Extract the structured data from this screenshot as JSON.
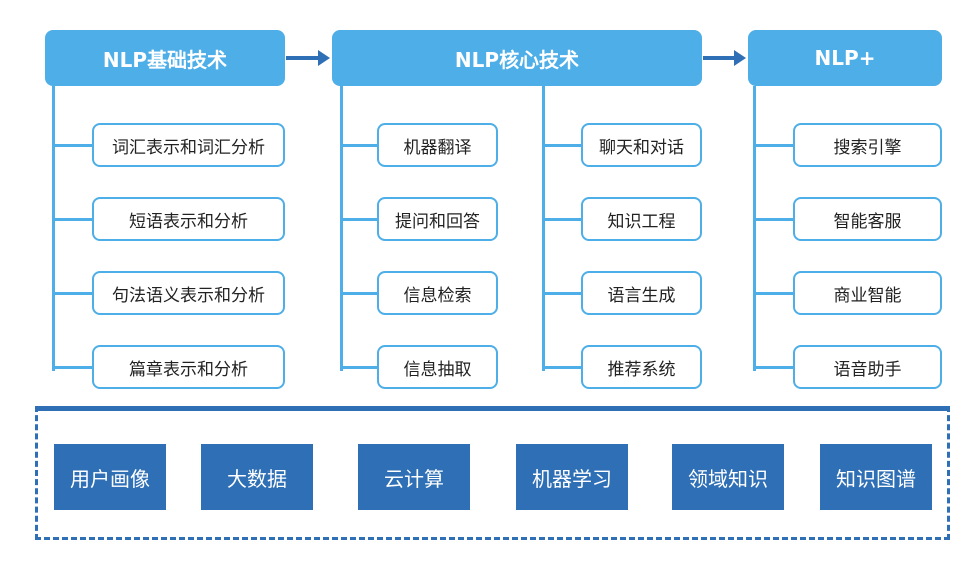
{
  "headers": {
    "basic": "NLP基础技术",
    "core": "NLP核心技术",
    "plus": "NLP+"
  },
  "basic_items": [
    "词汇表示和词汇分析",
    "短语表示和分析",
    "句法语义表示和分析",
    "篇章表示和分析"
  ],
  "core_items_left": [
    "机器翻译",
    "提问和回答",
    "信息检索",
    "信息抽取"
  ],
  "core_items_right": [
    "聊天和对话",
    "知识工程",
    "语言生成",
    "推荐系统"
  ],
  "plus_items": [
    "搜索引擎",
    "智能客服",
    "商业智能",
    "语音助手"
  ],
  "foundation": [
    "用户画像",
    "大数据",
    "云计算",
    "机器学习",
    "领域知识",
    "知识图谱"
  ],
  "colors": {
    "header_bg": "#4eaee8",
    "item_border": "#4eaee8",
    "foundation_bg": "#2f6fb5",
    "arrow": "#2f6fb5"
  }
}
